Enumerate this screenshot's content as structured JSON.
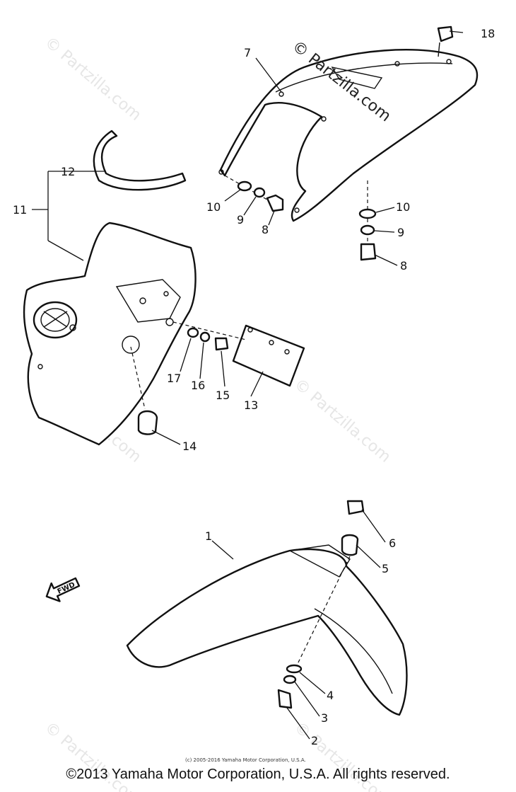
{
  "watermark": {
    "main": "© Partzilla.com",
    "repeat": "© Partzilla.com"
  },
  "labels": {
    "p1": "1",
    "p2": "2",
    "p3": "3",
    "p4": "4",
    "p5": "5",
    "p6": "6",
    "p7": "7",
    "p8a": "8",
    "p8b": "8",
    "p9a": "9",
    "p9b": "9",
    "p10a": "10",
    "p10b": "10",
    "p11": "11",
    "p12": "12",
    "p13": "13",
    "p14": "14",
    "p15": "15",
    "p16": "16",
    "p17": "17",
    "p18": "18"
  },
  "fwd_label": "FWD",
  "small_copyright": "(c) 2005-2016 Yamaha Motor Corporation, U.S.A.",
  "footer": "©2013 Yamaha Motor Corporation, U.S.A. All rights reserved."
}
